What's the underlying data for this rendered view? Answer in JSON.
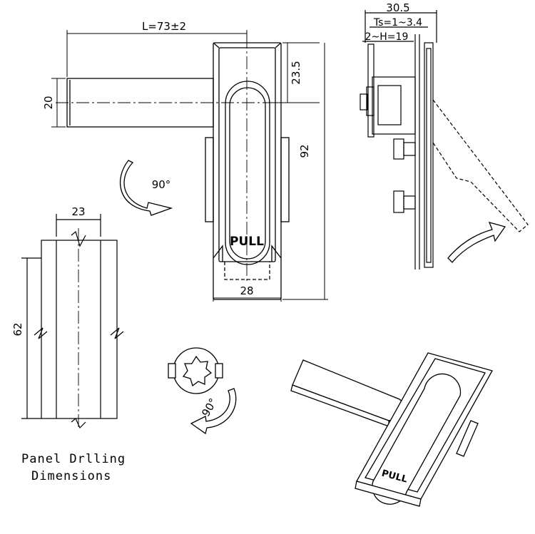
{
  "front_view": {
    "length_label": "L=73±2",
    "height_label": "20",
    "top_offset_label": "23.5",
    "total_height_label": "92",
    "width_label": "28",
    "rotation_label": "90°",
    "pull_label": "PULL"
  },
  "side_view": {
    "overall_label": "30.5",
    "ts_label": "Ts=1~3.4",
    "h_label": "2~H=19"
  },
  "cutout": {
    "width_label": "23",
    "height_label": "62"
  },
  "cam": {
    "rotation_label": "90°"
  },
  "perspective": {
    "pull_label": "PULL"
  },
  "caption": {
    "line1": "Panel Drlling",
    "line2": "Dimensions"
  }
}
